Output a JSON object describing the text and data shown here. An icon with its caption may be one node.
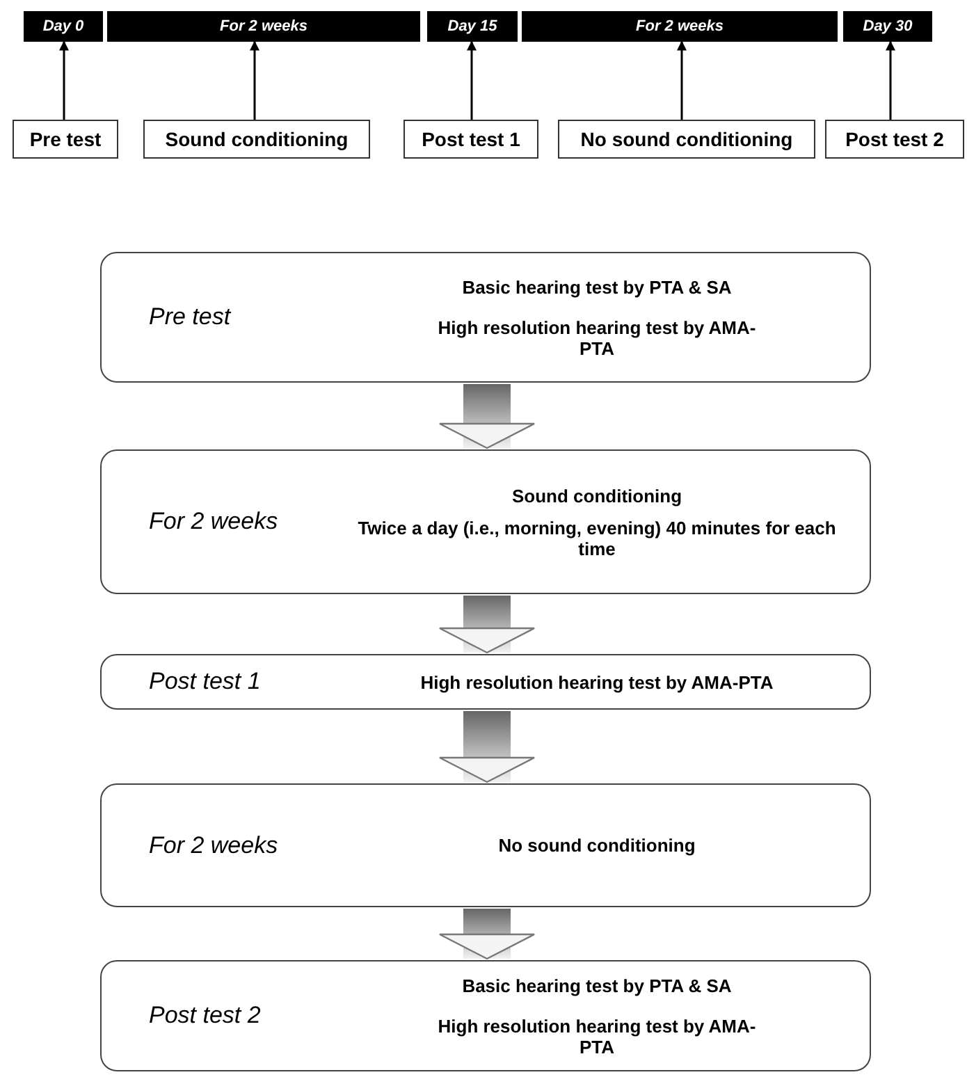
{
  "diagram": {
    "nodes": [
      {
        "text": [
          "Day 0"
        ]
      },
      {
        "text": [
          "For 2 weeks"
        ]
      },
      {
        "text": [
          "Day 15"
        ]
      },
      {
        "text": [
          "For 2 weeks"
        ]
      },
      {
        "text": [
          "Day 30"
        ]
      },
      {
        "text": [
          "Pre test"
        ]
      },
      {
        "text": [
          "Sound conditioning"
        ]
      },
      {
        "text": [
          "Post test 1"
        ]
      },
      {
        "text": [
          "No sound conditioning"
        ]
      },
      {
        "text": [
          "Post test 2"
        ]
      },
      {
        "text": [
          "Pre test",
          "Basic hearing test by PTA & SA",
          "High resolution hearing test by AMA-PTA"
        ]
      },
      {
        "text": [
          "For 2 weeks",
          "Sound conditioning",
          "Twice a day (i.e., morning, evening) 40 minutes for each time"
        ]
      },
      {
        "text": [
          "Post test 1",
          "High resolution hearing test by AMA-PTA"
        ]
      },
      {
        "text": [
          "For 2 weeks",
          "No sound conditioning"
        ]
      },
      {
        "text": [
          "Post test 2",
          "Basic hearing test by PTA & SA",
          "High resolution hearing test by AMA-PTA"
        ]
      }
    ],
    "edges": [
      {
        "from": 5,
        "to": 0,
        "arrow": "to"
      },
      {
        "from": 6,
        "to": 1,
        "arrow": "to"
      },
      {
        "from": 7,
        "to": 2,
        "arrow": "to"
      },
      {
        "from": 8,
        "to": 3,
        "arrow": "to"
      },
      {
        "from": 9,
        "to": 4,
        "arrow": "to"
      },
      {
        "from": 10,
        "to": 11,
        "arrow": "to",
        "style": "thick"
      },
      {
        "from": 11,
        "to": 12,
        "arrow": "to",
        "style": "thick"
      },
      {
        "from": 12,
        "to": 13,
        "arrow": "to",
        "style": "thick"
      },
      {
        "from": 13,
        "to": 14,
        "arrow": "to",
        "style": "thick"
      }
    ]
  }
}
